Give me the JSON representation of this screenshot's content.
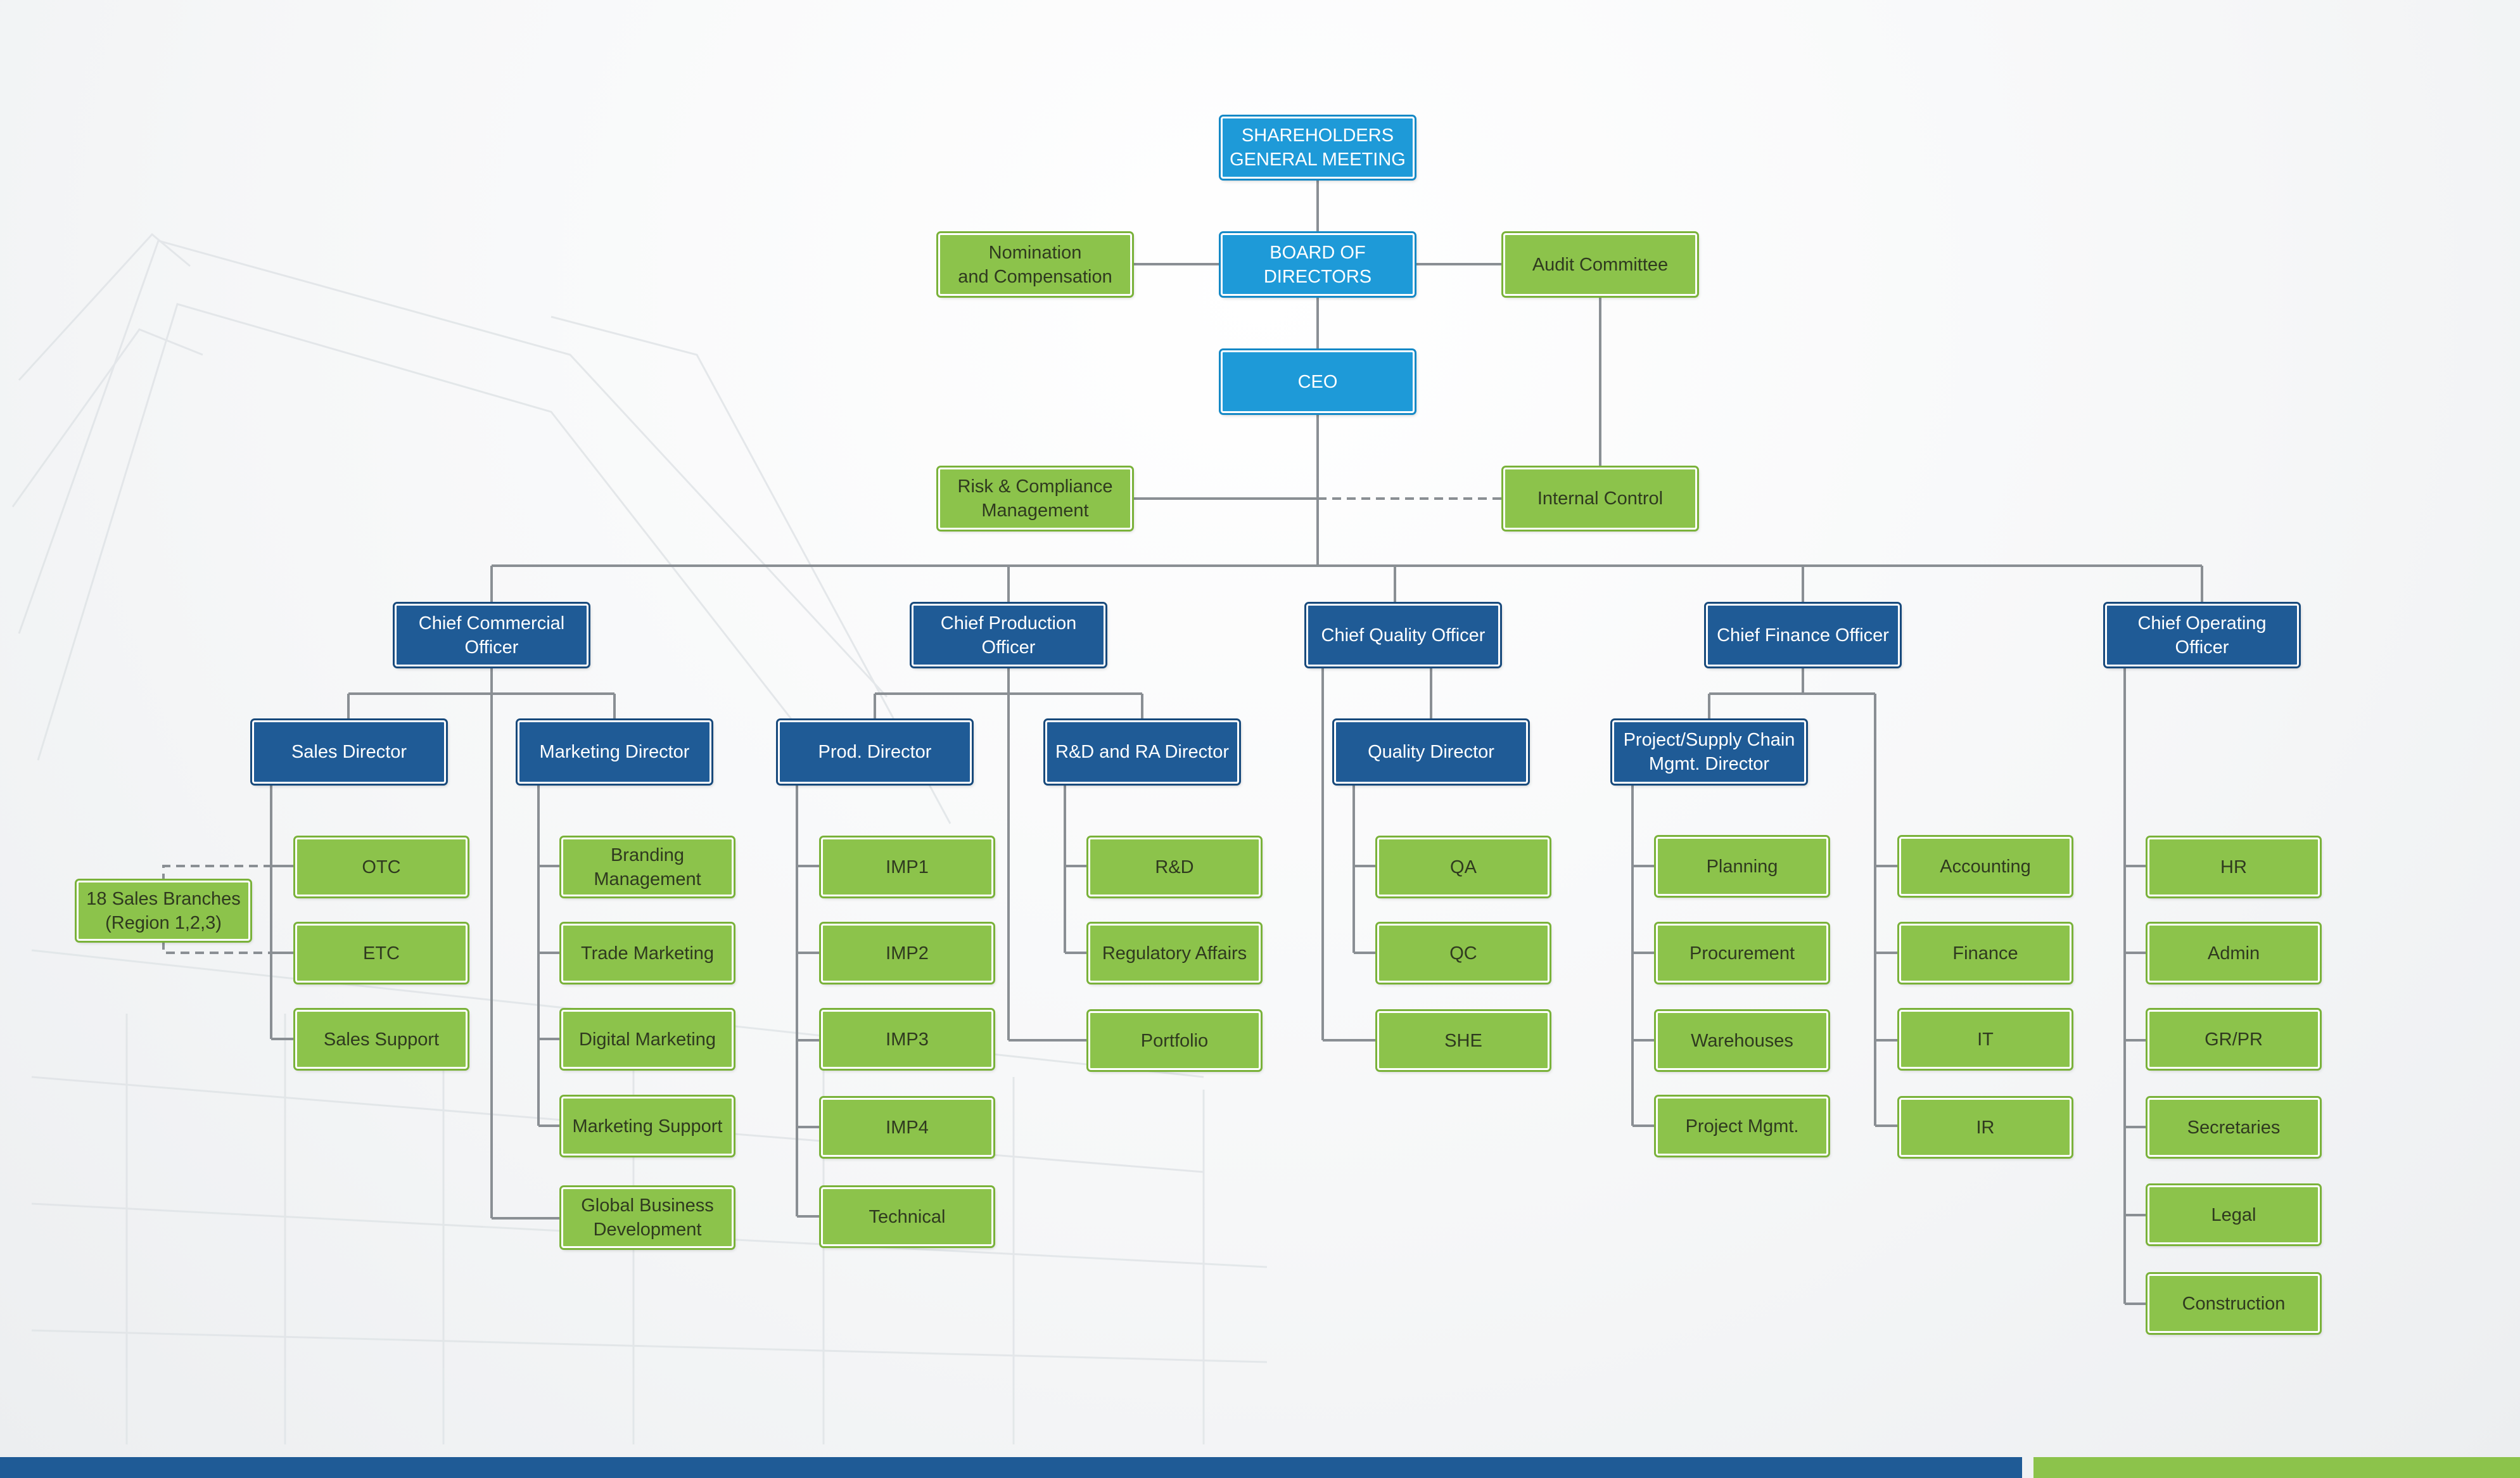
{
  "colors": {
    "light_blue": "#1e9ad8",
    "dark_blue": "#1f5b96",
    "green": "#8cc34b",
    "connector": "#8a8f94"
  },
  "nodes": {
    "shareholders": "SHAREHOLDERS\nGENERAL MEETING",
    "board": "BOARD OF\nDIRECTORS",
    "nomination": "Nomination\nand Compensation",
    "audit": "Audit Committee",
    "ceo": "CEO",
    "risk": "Risk & Compliance\nManagement",
    "internal_control": "Internal Control",
    "cco": "Chief Commercial\nOfficer",
    "cpo": "Chief Production\nOfficer",
    "cqo": "Chief Quality Officer",
    "cfo": "Chief Finance Officer",
    "coo": "Chief Operating\nOfficer",
    "sales_dir": "Sales Director",
    "marketing_dir": "Marketing Director",
    "prod_dir": "Prod. Director",
    "rd_dir": "R&D and RA Director",
    "quality_dir": "Quality Director",
    "supply_dir": "Project/Supply Chain\nMgmt. Director",
    "branches": "18 Sales Branches\n(Region 1,2,3)",
    "otc": "OTC",
    "etc": "ETC",
    "sales_support": "Sales Support",
    "branding": "Branding\nManagement",
    "trade_marketing": "Trade Marketing",
    "digital_marketing": "Digital Marketing",
    "marketing_support": "Marketing Support",
    "global_business": "Global Business\nDevelopment",
    "imp1": "IMP1",
    "imp2": "IMP2",
    "imp3": "IMP3",
    "imp4": "IMP4",
    "technical": "Technical",
    "rd": "R&D",
    "regulatory": "Regulatory Affairs",
    "portfolio": "Portfolio",
    "qa": "QA",
    "qc": "QC",
    "she": "SHE",
    "planning": "Planning",
    "procurement": "Procurement",
    "warehouses": "Warehouses",
    "project_mgmt": "Project Mgmt.",
    "accounting": "Accounting",
    "finance": "Finance",
    "it": "IT",
    "ir": "IR",
    "hr": "HR",
    "admin": "Admin",
    "grpr": "GR/PR",
    "secretaries": "Secretaries",
    "legal": "Legal",
    "construction": "Construction"
  }
}
